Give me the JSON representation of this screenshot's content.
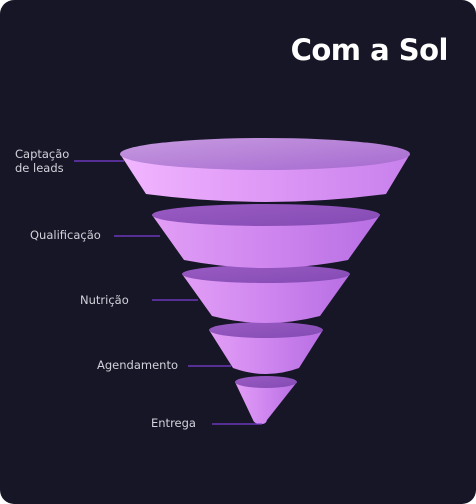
{
  "title": "Com a Sol",
  "colors": {
    "background": "#161626",
    "accent": "#7b3fd6",
    "funnel_light": "#e7a6f8",
    "funnel_mid": "#c77ceb",
    "funnel_top": "#9a5bc7",
    "label_text": "#d2d2dc"
  },
  "stages": [
    {
      "lines": [
        "Captação",
        "de leads"
      ]
    },
    {
      "lines": [
        "Qualificação"
      ]
    },
    {
      "lines": [
        "Nutrição"
      ]
    },
    {
      "lines": [
        "Agendamento"
      ]
    },
    {
      "lines": [
        "Entrega"
      ]
    }
  ]
}
